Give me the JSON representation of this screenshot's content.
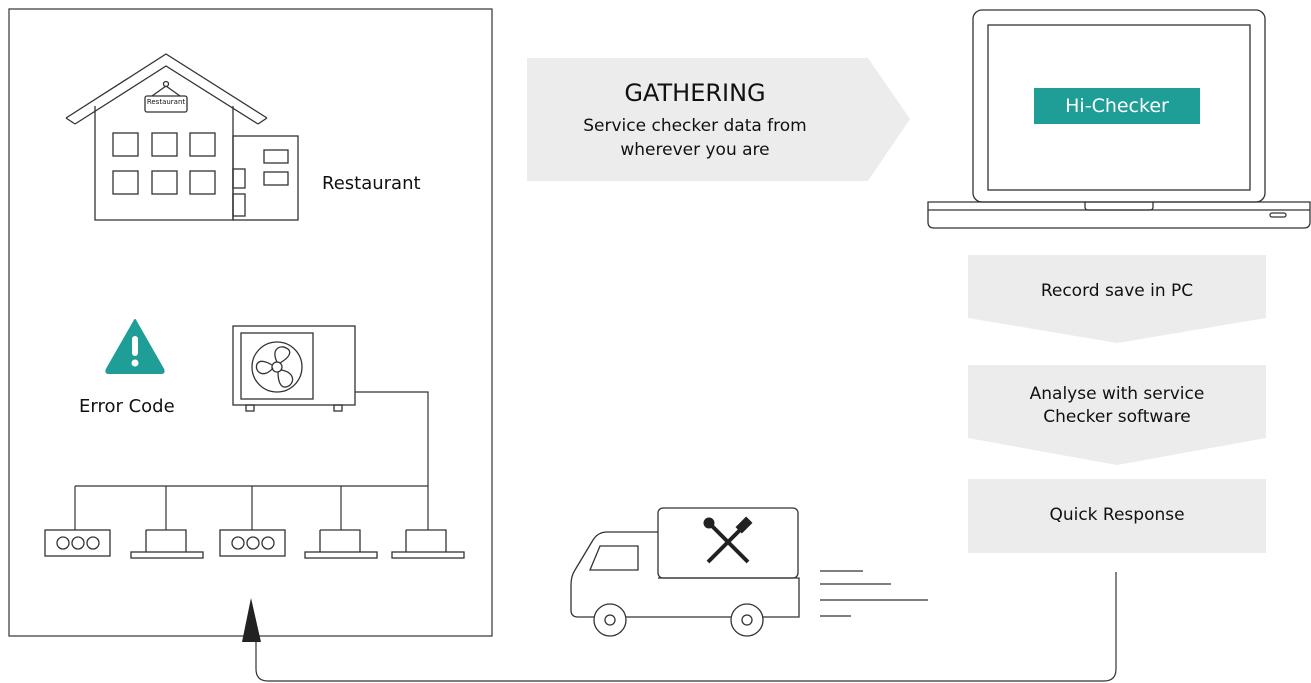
{
  "restaurant": {
    "sign_text": "Restaurant",
    "label": "Restaurant"
  },
  "error": {
    "label": "Error Code"
  },
  "gathering": {
    "title": "GATHERING",
    "line1": "Service checker data from",
    "line2": "wherever you are"
  },
  "laptop": {
    "screen_label": "Hi-Checker"
  },
  "steps": [
    {
      "line1": "Record save in PC",
      "line2": ""
    },
    {
      "line1": "Analyse with service",
      "line2": "Checker software"
    },
    {
      "line1": "Quick Response",
      "line2": ""
    }
  ],
  "colors": {
    "teal": "#1e9e96",
    "arrow_gray": "#ececec",
    "line": "#333333"
  }
}
